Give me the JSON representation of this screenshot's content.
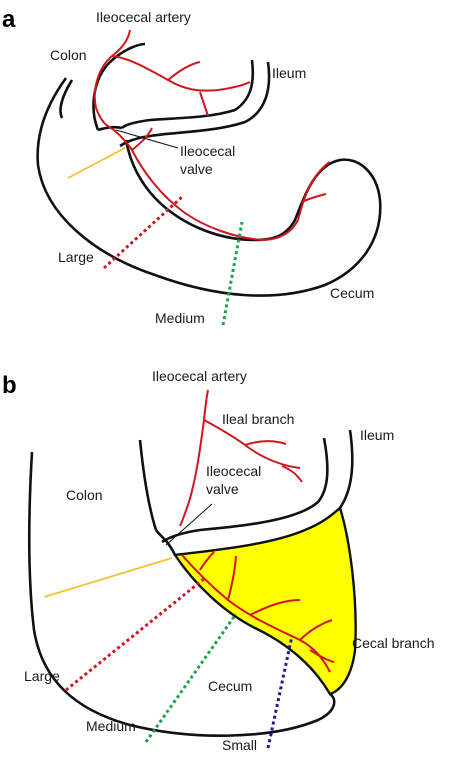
{
  "panel_a": {
    "letter": "a",
    "labels": {
      "ileocecal_artery": "Ileocecal artery",
      "colon": "Colon",
      "ileum": "Ileum",
      "ileocecal_valve_1": "Ileocecal",
      "ileocecal_valve_2": "valve",
      "large": "Large",
      "medium": "Medium",
      "cecum": "Cecum"
    }
  },
  "panel_b": {
    "letter": "b",
    "labels": {
      "ileocecal_artery": "Ileocecal artery",
      "ileal_branch": "Ileal branch",
      "ileum": "Ileum",
      "colon": "Colon",
      "ileocecal_valve_1": "Ileocecal",
      "ileocecal_valve_2": "valve",
      "cecal_branch": "Cecal branch",
      "large": "Large",
      "cecum": "Cecum",
      "medium": "Medium",
      "small": "Small"
    }
  },
  "colors": {
    "outline": "#111111",
    "artery": "#d0161e",
    "large_line": "#d0161e",
    "medium_line": "#1aa34a",
    "small_line": "#1c1c8c",
    "valve_line": "#f2c230",
    "fill_region": "#ffff00"
  }
}
